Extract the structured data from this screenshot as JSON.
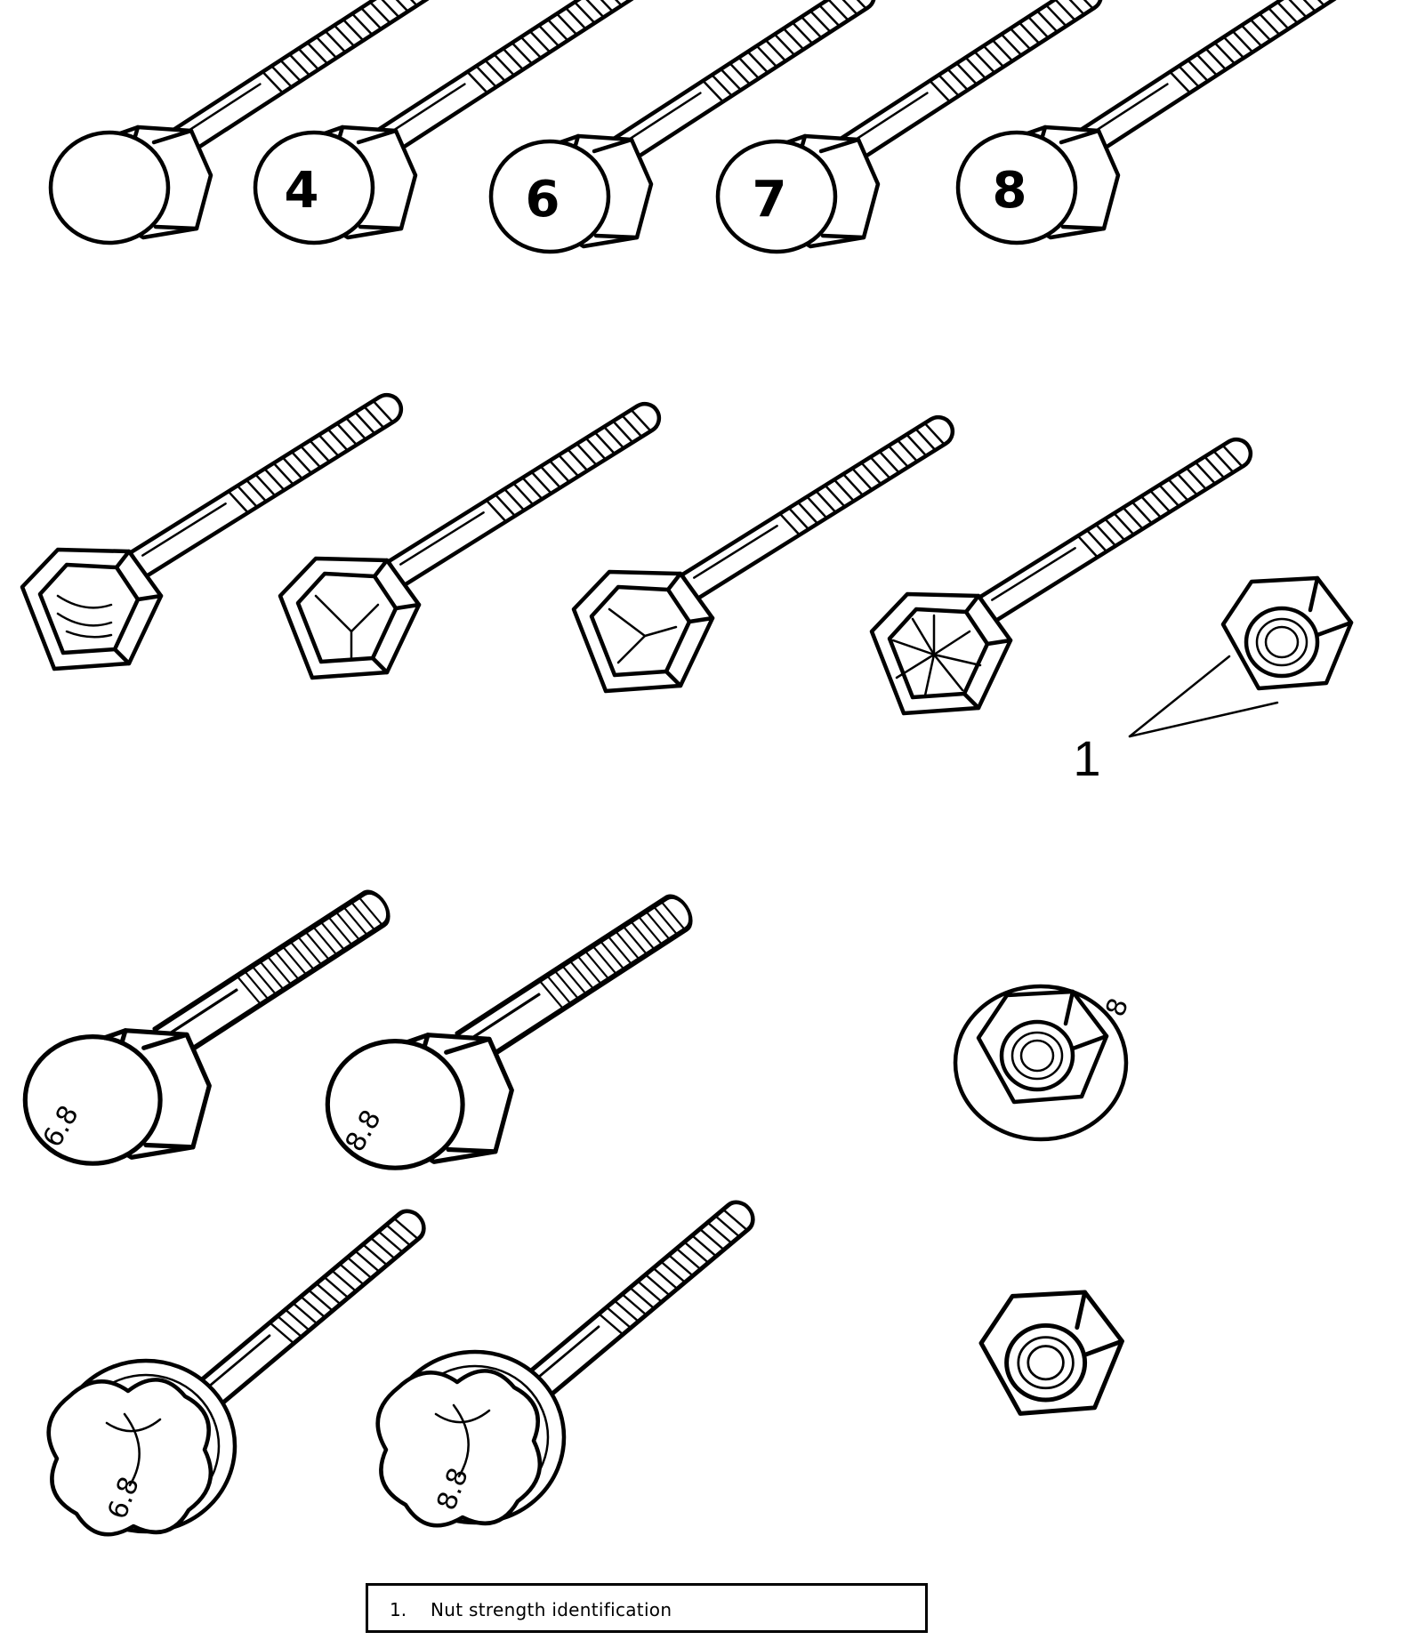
{
  "diagram": {
    "head_markings_row1": [
      "4",
      "6",
      "7",
      "8"
    ],
    "head_markings_row3": [
      "6.8",
      "8.8"
    ],
    "head_markings_row4": [
      "6.8",
      "8.8"
    ],
    "flange_nut_mark": "8",
    "callout_number": "1"
  },
  "legend": {
    "items": [
      {
        "number": "1.",
        "text": "Nut strength identification"
      }
    ]
  }
}
